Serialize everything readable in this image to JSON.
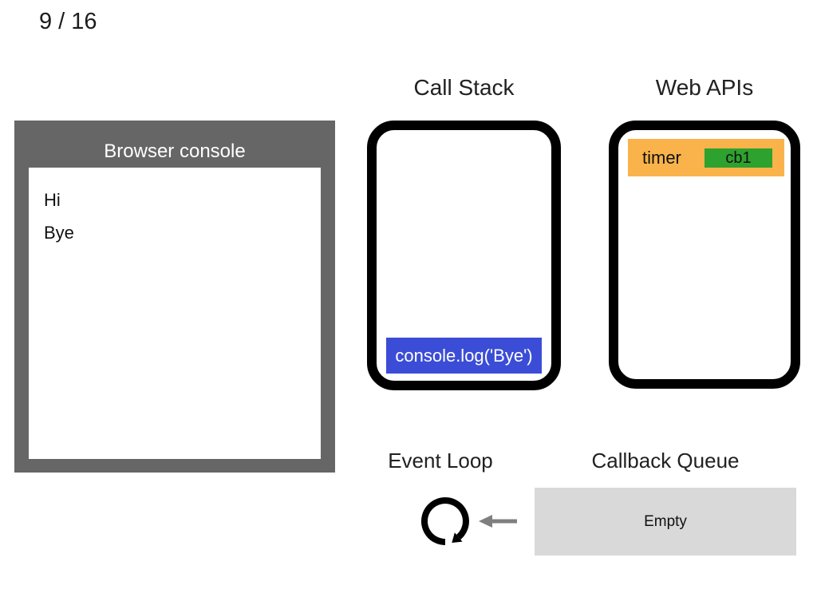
{
  "page": {
    "slide_counter": "9 / 16"
  },
  "browser_console": {
    "title": "Browser console",
    "logs": [
      "Hi",
      "Bye"
    ]
  },
  "call_stack": {
    "title": "Call Stack",
    "frames": [
      {
        "label": "console.log('Bye')",
        "bg": "#3b4dd6",
        "text_color": "#ffffff"
      }
    ]
  },
  "web_apis": {
    "title": "Web APIs",
    "items": [
      {
        "label": "timer",
        "bg": "#f9b34a",
        "callback": {
          "label": "cb1",
          "bg": "#2ea22e"
        }
      }
    ]
  },
  "event_loop": {
    "title": "Event Loop"
  },
  "callback_queue": {
    "title": "Callback Queue",
    "status": "Empty",
    "bg": "#d9d9d9"
  },
  "icons": {
    "event_loop": "circular-arrow-clockwise-icon",
    "queue_to_loop": "arrow-left-icon"
  },
  "colors": {
    "console_frame": "#666666",
    "box_border": "#000000",
    "arrow_gray": "#7f7f7f",
    "heading_text": "#212121"
  }
}
